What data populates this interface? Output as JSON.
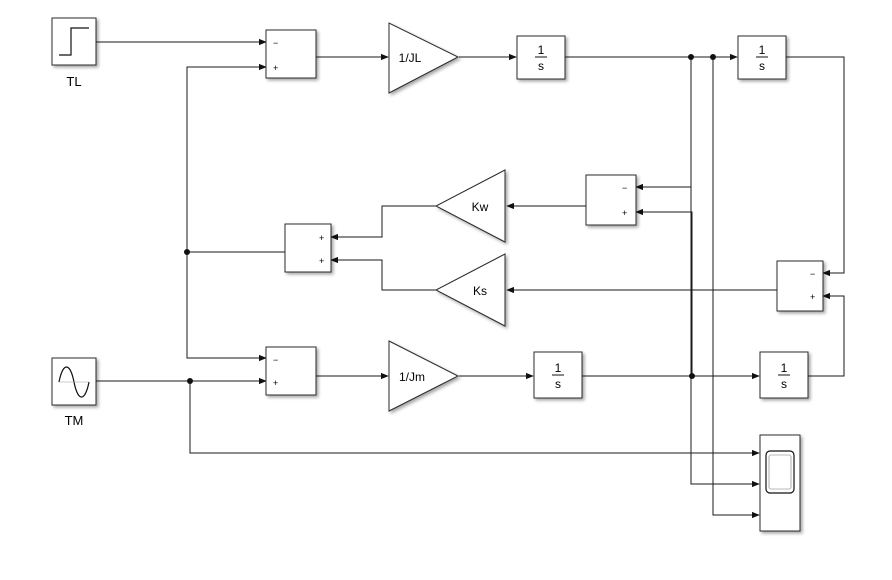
{
  "sources": {
    "step_label": "TL",
    "sine_label": "TM"
  },
  "gains": {
    "inv_jl": "1/JL",
    "inv_jm": "1/Jm",
    "kw": "Kw",
    "ks": "Ks"
  },
  "integrator": {
    "numerator": "1",
    "denominator": "s"
  },
  "signs": {
    "minus": "−",
    "plus": "+"
  }
}
